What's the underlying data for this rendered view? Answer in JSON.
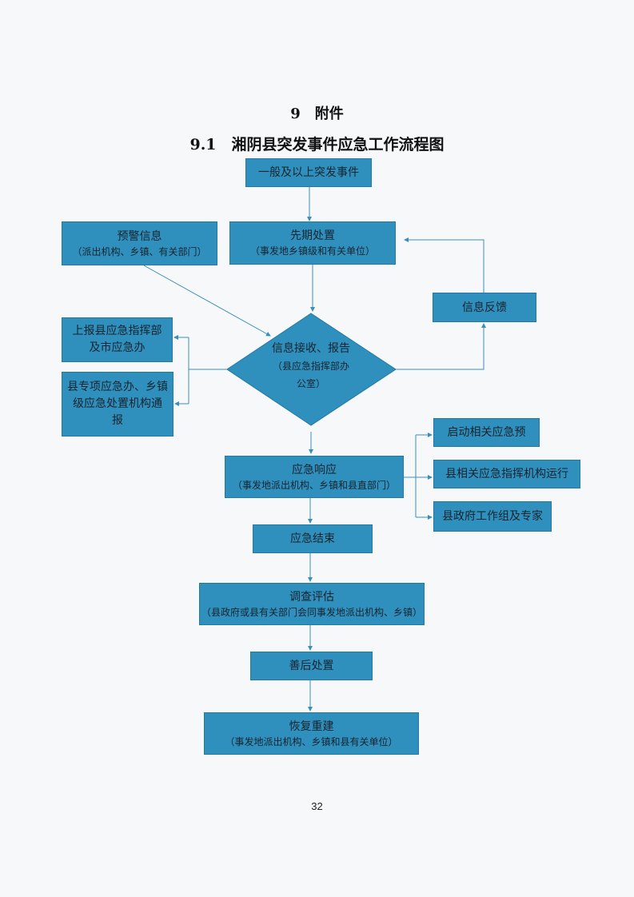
{
  "heading": "9　附件",
  "subheading": "9.1　湘阴县突发事件应急工作流程图",
  "nodes": {
    "event": {
      "title": "一般及以上突发事件"
    },
    "warning": {
      "title": "预警信息",
      "sub": "（派出机构、乡镇、有关部门）"
    },
    "initial": {
      "title": "先期处置",
      "sub": "（事发地乡镇级和有关单位）"
    },
    "feedback": {
      "title": "信息反馈"
    },
    "report": {
      "title": "信息接收、报告",
      "sub1": "（县应急指挥部办",
      "sub2": "公室）"
    },
    "upreport": {
      "line1": "上报县应急指挥部",
      "line2": "及市应急办"
    },
    "notify": {
      "line1": "县专项应急办、乡镇",
      "line2": "级应急处置机构通",
      "line3": "报"
    },
    "plan": {
      "title": "启动相关应急预"
    },
    "command": {
      "title": "县相关应急指挥机构运行"
    },
    "govgroup": {
      "title": "县政府工作组及专家"
    },
    "response": {
      "title": "应急响应",
      "sub": "（事发地派出机构、乡镇和县直部门）"
    },
    "end": {
      "title": "应急结束"
    },
    "investigate": {
      "title": "调查评估",
      "sub": "（县政府或县有关部门会同事发地派出机构、乡镇）"
    },
    "aftermath": {
      "title": "善后处置"
    },
    "rebuild": {
      "title": "恢复重建",
      "sub": "（事发地派出机构、乡镇和县有关单位）"
    }
  },
  "page_number": "32",
  "colors": {
    "box": "#2f8fbd",
    "line": "#3b8fb6"
  }
}
